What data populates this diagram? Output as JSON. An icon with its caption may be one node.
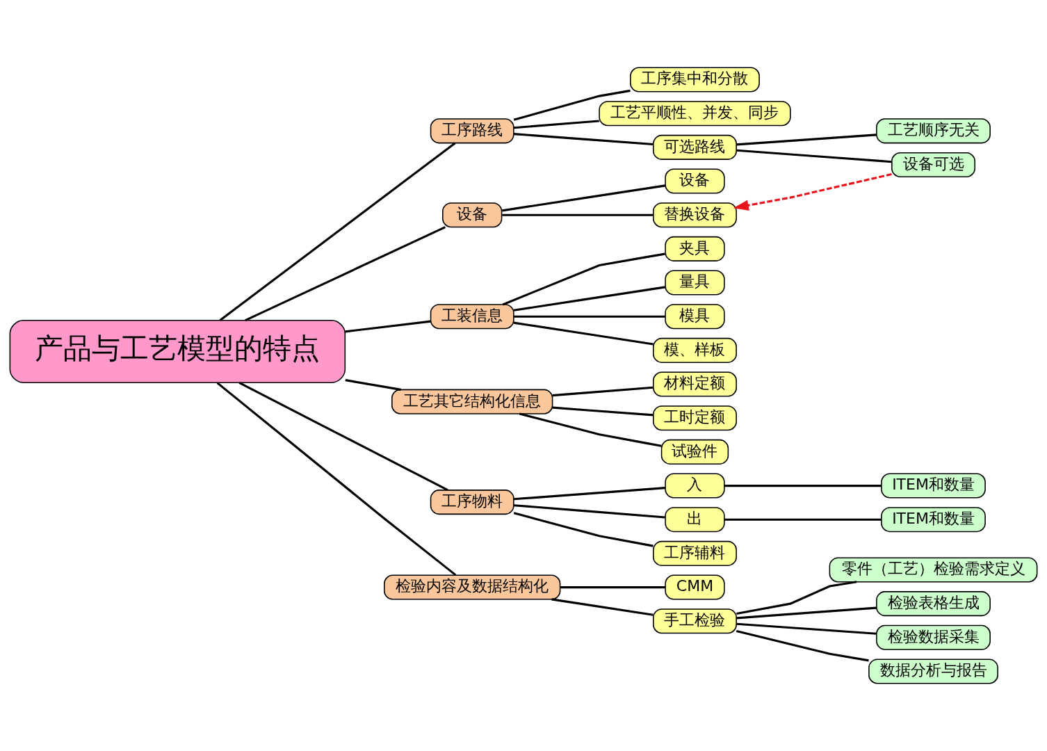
{
  "diagram": {
    "nodes": [
      {
        "text": [
          "产品与工艺模型的特点"
        ]
      },
      {
        "text": [
          "工序路线"
        ]
      },
      {
        "text": [
          "工序集中和分散"
        ]
      },
      {
        "text": [
          "工艺平顺性、并发、同步"
        ]
      },
      {
        "text": [
          "可选路线"
        ]
      },
      {
        "text": [
          "工艺顺序无关"
        ]
      },
      {
        "text": [
          "设备可选"
        ]
      },
      {
        "text": [
          "设备"
        ]
      },
      {
        "text": [
          "设备"
        ]
      },
      {
        "text": [
          "替换设备"
        ]
      },
      {
        "text": [
          "工装信息"
        ]
      },
      {
        "text": [
          "夹具"
        ]
      },
      {
        "text": [
          "量具"
        ]
      },
      {
        "text": [
          "模具"
        ]
      },
      {
        "text": [
          "模、样板"
        ]
      },
      {
        "text": [
          "工艺其它结构化信息"
        ]
      },
      {
        "text": [
          "材料定额"
        ]
      },
      {
        "text": [
          "工时定额"
        ]
      },
      {
        "text": [
          "试验件"
        ]
      },
      {
        "text": [
          "工序物料"
        ]
      },
      {
        "text": [
          "入"
        ]
      },
      {
        "text": [
          "ITEM和数量"
        ]
      },
      {
        "text": [
          "出"
        ]
      },
      {
        "text": [
          "ITEM和数量"
        ]
      },
      {
        "text": [
          "工序辅料"
        ]
      },
      {
        "text": [
          "检验内容及数据结构化"
        ]
      },
      {
        "text": [
          "CMM"
        ]
      },
      {
        "text": [
          "手工检验"
        ]
      },
      {
        "text": [
          "零件（工艺）检验需求定义"
        ]
      },
      {
        "text": [
          "检验表格生成"
        ]
      },
      {
        "text": [
          "检验数据采集"
        ]
      },
      {
        "text": [
          "数据分析与报告"
        ]
      }
    ],
    "edges": [
      {
        "from": 0,
        "to": 1,
        "arrow": "none"
      },
      {
        "from": 1,
        "to": 2,
        "arrow": "none"
      },
      {
        "from": 1,
        "to": 3,
        "arrow": "none"
      },
      {
        "from": 1,
        "to": 4,
        "arrow": "none"
      },
      {
        "from": 4,
        "to": 5,
        "arrow": "none"
      },
      {
        "from": 4,
        "to": 6,
        "arrow": "none"
      },
      {
        "from": 0,
        "to": 7,
        "arrow": "none"
      },
      {
        "from": 7,
        "to": 8,
        "arrow": "none"
      },
      {
        "from": 7,
        "to": 9,
        "arrow": "none"
      },
      {
        "from": 6,
        "to": 9,
        "arrow": "to",
        "style": "dashed",
        "color": "#e8141c"
      },
      {
        "from": 0,
        "to": 10,
        "arrow": "none"
      },
      {
        "from": 10,
        "to": 11,
        "arrow": "none"
      },
      {
        "from": 10,
        "to": 12,
        "arrow": "none"
      },
      {
        "from": 10,
        "to": 13,
        "arrow": "none"
      },
      {
        "from": 10,
        "to": 14,
        "arrow": "none"
      },
      {
        "from": 0,
        "to": 15,
        "arrow": "none"
      },
      {
        "from": 15,
        "to": 16,
        "arrow": "none"
      },
      {
        "from": 15,
        "to": 17,
        "arrow": "none"
      },
      {
        "from": 15,
        "to": 18,
        "arrow": "none"
      },
      {
        "from": 0,
        "to": 19,
        "arrow": "none"
      },
      {
        "from": 19,
        "to": 20,
        "arrow": "none"
      },
      {
        "from": 20,
        "to": 21,
        "arrow": "none"
      },
      {
        "from": 19,
        "to": 22,
        "arrow": "none"
      },
      {
        "from": 22,
        "to": 23,
        "arrow": "none"
      },
      {
        "from": 19,
        "to": 24,
        "arrow": "none"
      },
      {
        "from": 0,
        "to": 25,
        "arrow": "none"
      },
      {
        "from": 25,
        "to": 26,
        "arrow": "none"
      },
      {
        "from": 25,
        "to": 27,
        "arrow": "none"
      },
      {
        "from": 27,
        "to": 28,
        "arrow": "none"
      },
      {
        "from": 27,
        "to": 29,
        "arrow": "none"
      },
      {
        "from": 27,
        "to": 30,
        "arrow": "none"
      },
      {
        "from": 27,
        "to": 31,
        "arrow": "none"
      }
    ]
  }
}
